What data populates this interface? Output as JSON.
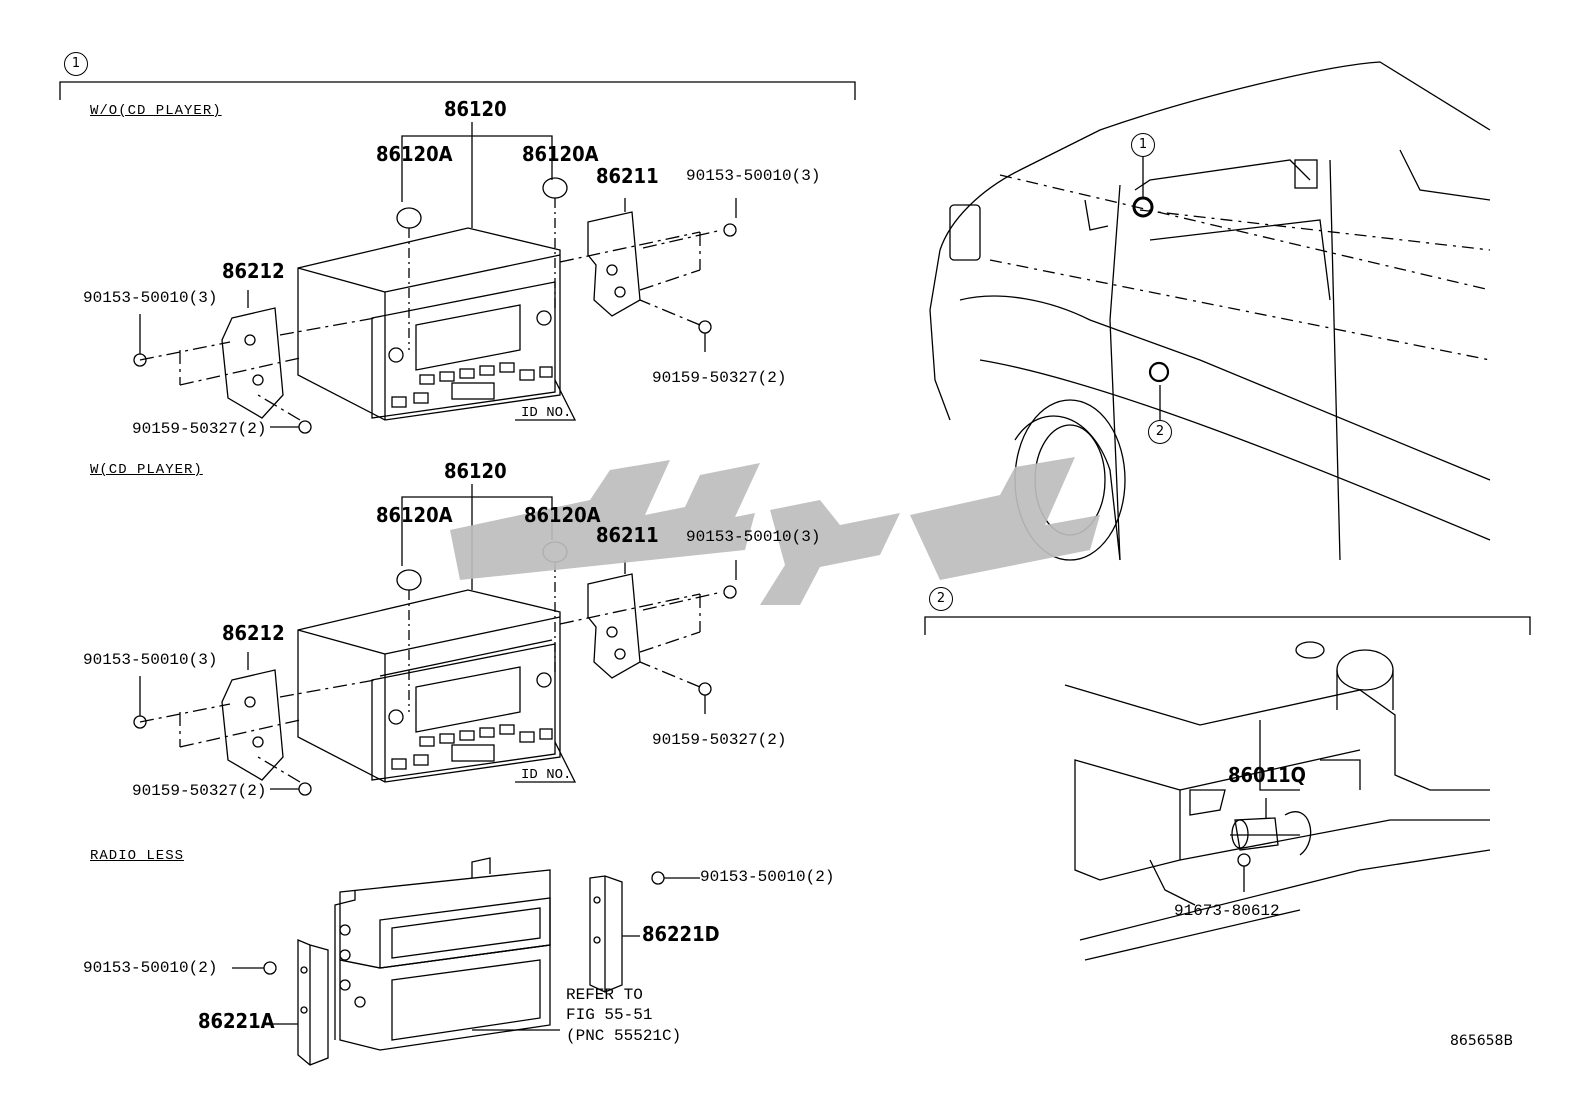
{
  "diagram": {
    "section1_marker": "1",
    "section2_marker": "2",
    "group_wo_cd": {
      "title": "W/O(CD PLAYER)",
      "part_main": "86120",
      "part_a_left": "86120A",
      "part_a_right": "86120A",
      "bracket_right": "86211",
      "bracket_left": "86212",
      "bolt_top_right": "90153-50010(3)",
      "bolt_left": "90153-50010(3)",
      "screw_right": "90159-50327(2)",
      "screw_bottom": "90159-50327(2)",
      "id_no": "ID NO."
    },
    "group_w_cd": {
      "title": "W(CD PLAYER)",
      "part_main": "86120",
      "part_a_left": "86120A",
      "part_a_right": "86120A",
      "bracket_right": "86211",
      "bracket_left": "86212",
      "bolt_top_right": "90153-50010(3)",
      "bolt_left": "90153-50010(3)",
      "screw_right": "90159-50327(2)",
      "screw_bottom": "90159-50327(2)",
      "id_no": "ID NO."
    },
    "group_radio_less": {
      "title": "RADIO LESS",
      "bolt_right": "90153-50010(2)",
      "bolt_left": "90153-50010(2)",
      "bracket_right": "86221D",
      "bracket_left": "86221A",
      "refer_line1": "REFER TO",
      "refer_line2": "FIG 55-51",
      "refer_line3": "(PNC 55521C)"
    },
    "vehicle_view": {
      "callout_1": "1",
      "callout_2": "2"
    },
    "detail2": {
      "part": "86011Q",
      "bolt": "91673-80612"
    },
    "figure_code": "865658B"
  },
  "colors": {
    "line": "#000000",
    "watermark": "#bdbdbd",
    "background": "#ffffff"
  }
}
